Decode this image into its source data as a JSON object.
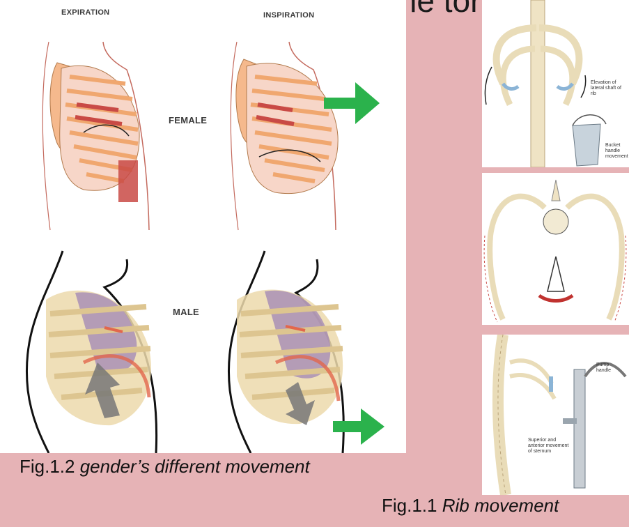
{
  "title": {
    "text": "the torax"
  },
  "figure_main": {
    "label_expiration": "EXPIRATION",
    "label_inspiration": "INSPIRATION",
    "label_female": "FEMALE",
    "label_male": "MALE",
    "caption_prefix": "Fig.1.2 ",
    "caption_italic": "gender’s different movement"
  },
  "figure_side": {
    "panel_bucket": {
      "text_elevation": "Elevation of lateral shaft of rib",
      "text_bucket": "Bucket handle movement"
    },
    "panel_pump": {
      "text_pump": "Pump handle",
      "text_sternum": "Superior and anterior movement of sternum"
    },
    "caption_prefix": "Fig.1.1 ",
    "caption_italic": "Rib movement"
  },
  "colors": {
    "background": "#e6b3b6",
    "arrow_green": "#2bb24c",
    "rib_female": "#f5b98d",
    "lung_female": "#f7d6c8",
    "rib_male": "#ecd9ab",
    "lung_male": "#a58bb5",
    "muscle": "#c94a45"
  }
}
